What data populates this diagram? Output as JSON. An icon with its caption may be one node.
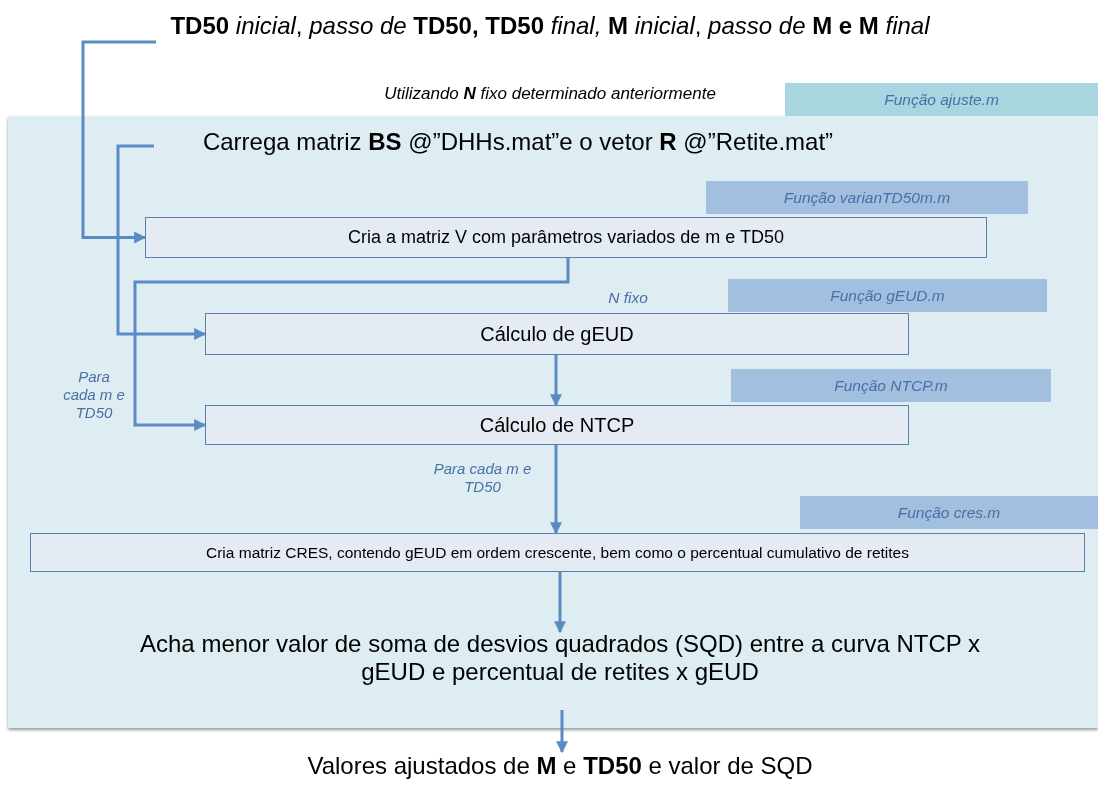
{
  "diagram": {
    "nodes": [
      {
        "text": [],
        "shape": "box",
        "beside": [
          "Função ajuste.m"
        ]
      },
      {
        "text": [
          "**TD50** *inicial*, *passo de* **TD50, TD50** *final,* **M** *inicial*, *passo de* **M e M** *final*"
        ],
        "beside": [
          "Utilizando **N** fixo determinado anteriormente"
        ]
      },
      {
        "text": [
          "Carrega matriz **BS** @”DHHs.mat”e o vetor **R** @”Retite.mat”"
        ],
        "in": 0
      },
      {
        "text": [
          "Cria a matriz V com parâmetros variados de m e TD50"
        ],
        "in": 0,
        "beside": [
          "Função varianTD50m.m"
        ]
      },
      {
        "text": [
          "Cálculo de gEUD"
        ],
        "in": 0,
        "beside": [
          "Função gEUD.m"
        ]
      },
      {
        "text": [
          "Cálculo de NTCP"
        ],
        "in": 0,
        "beside": [
          "Função NTCP.m"
        ]
      },
      {
        "text": [
          "Cria matriz CRES, contendo gEUD em ordem crescente, bem como o percentual cumulativo de retites"
        ],
        "in": 0,
        "beside": [
          "Função cres.m"
        ]
      },
      {
        "text": [
          "Acha menor valor de soma de desvios quadrados (SQD) entre a curva NTCP x gEUD e percentual de retites x gEUD"
        ],
        "in": 0
      },
      {
        "text": [
          "Valores ajustados de **M** e **TD50** e valor de SQD"
        ]
      }
    ],
    "edges": [
      {
        "from": 1,
        "to": 3,
        "arrow": "to"
      },
      {
        "from": 2,
        "to": 4,
        "arrow": "to"
      },
      {
        "from": 3,
        "to": 5,
        "arrow": "to",
        "label": "Para cada m e TD50"
      },
      {
        "from": 4,
        "to": 5,
        "arrow": "to"
      },
      {
        "from": 5,
        "to": 6,
        "arrow": "to",
        "label": "Para cada m e TD50"
      },
      {
        "from": 6,
        "to": 7,
        "arrow": "to"
      },
      {
        "from": 7,
        "to": 8,
        "arrow": "to"
      }
    ],
    "labels": [
      "N fixo"
    ]
  }
}
